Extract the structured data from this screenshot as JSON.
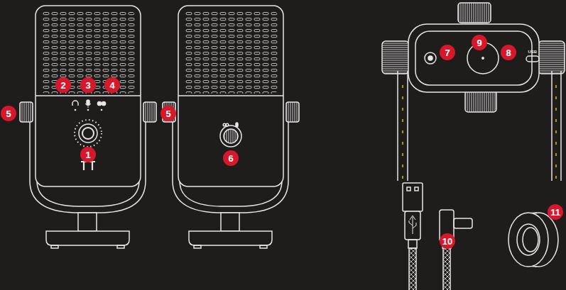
{
  "diagram": {
    "labels": [
      "9",
      "7",
      "USB",
      "8",
      "2",
      "3",
      "4",
      "5",
      "5",
      "1",
      "6",
      "11",
      "10"
    ]
  }
}
